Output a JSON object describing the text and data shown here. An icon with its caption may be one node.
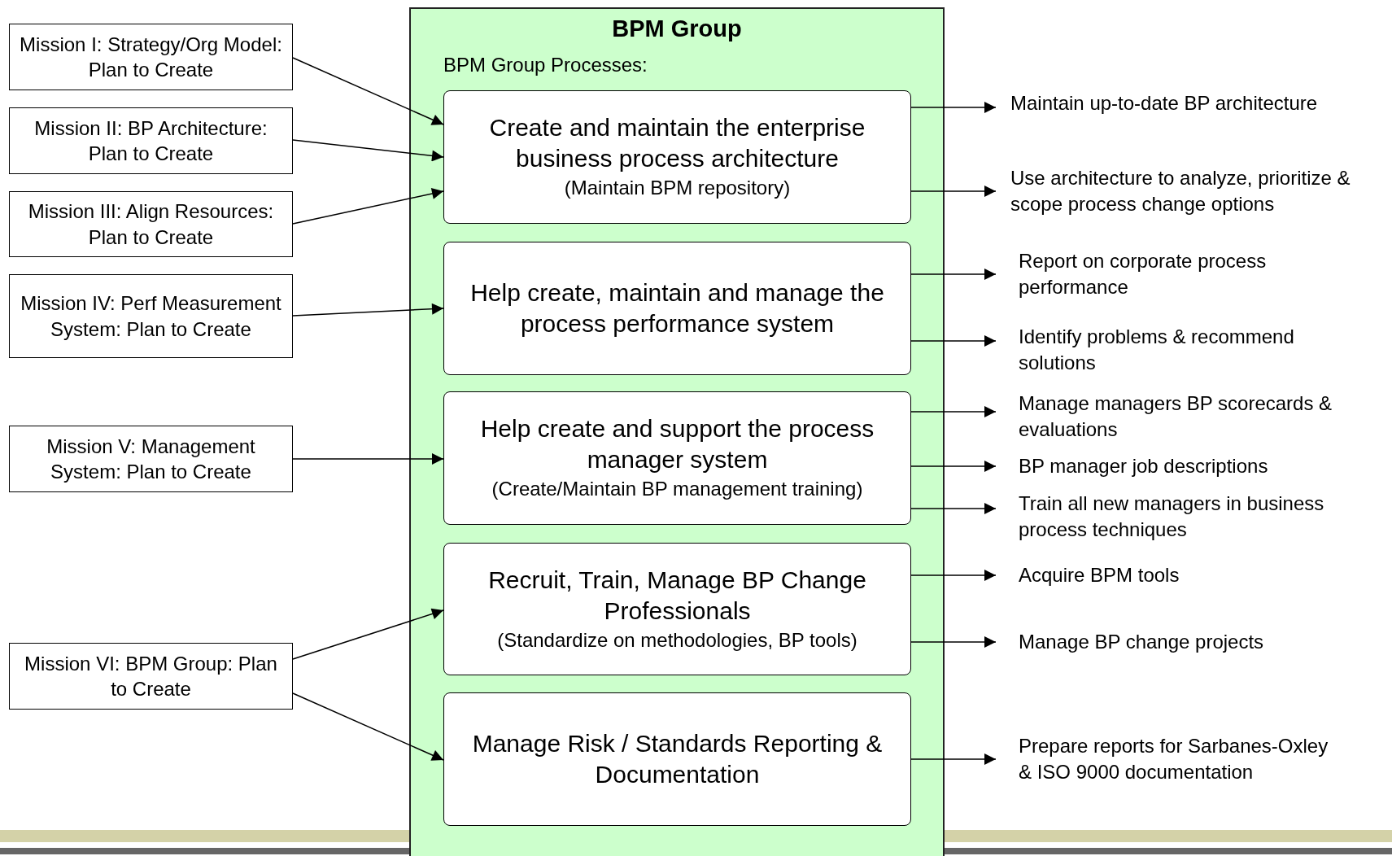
{
  "diagram": {
    "nodes": [
      {
        "text": [
          "Mission I: Strategy/Org Model: Plan to Create"
        ]
      },
      {
        "text": [
          "Mission II: BP Architecture: Plan to Create"
        ]
      },
      {
        "text": [
          "Mission III: Align Resources: Plan to Create"
        ]
      },
      {
        "text": [
          "Mission IV:  Perf Measurement System: Plan to Create"
        ]
      },
      {
        "text": [
          "Mission V: Management System: Plan to Create"
        ]
      },
      {
        "text": [
          "Mission VI: BPM Group: Plan to Create"
        ]
      },
      {
        "text": [
          "BPM Group",
          "BPM Group Processes:"
        ]
      },
      {
        "text": [
          "Create and maintain the enterprise business process architecture",
          "(Maintain BPM repository)"
        ],
        "in": 6
      },
      {
        "text": [
          "Help create, maintain and manage the process performance system"
        ],
        "in": 6
      },
      {
        "text": [
          "Help create and support the process manager system",
          "(Create/Maintain BP management training)"
        ],
        "in": 6
      },
      {
        "text": [
          "Recruit, Train, Manage BP Change Professionals",
          "(Standardize on methodologies, BP tools)"
        ],
        "in": 6
      },
      {
        "text": [
          "Manage Risk / Standards Reporting & Documentation"
        ],
        "in": 6
      },
      {
        "text": [
          "Maintain up-to-date BP architecture"
        ]
      },
      {
        "text": [
          "Use architecture to analyze, prioritize & scope process change options"
        ]
      },
      {
        "text": [
          "Report on corporate process performance"
        ]
      },
      {
        "text": [
          "Identify problems & recommend solutions"
        ]
      },
      {
        "text": [
          "Manage managers BP scorecards & evaluations"
        ]
      },
      {
        "text": [
          "BP manager job descriptions"
        ]
      },
      {
        "text": [
          "Train all new managers in business process techniques"
        ]
      },
      {
        "text": [
          "Acquire BPM tools"
        ]
      },
      {
        "text": [
          "Manage BP change projects"
        ]
      },
      {
        "text": [
          "Prepare reports for Sarbanes-Oxley & ISO 9000 documentation"
        ]
      }
    ],
    "edges": [
      {
        "from": 0,
        "to": 7,
        "arrow": "to"
      },
      {
        "from": 1,
        "to": 7,
        "arrow": "to"
      },
      {
        "from": 2,
        "to": 7,
        "arrow": "to"
      },
      {
        "from": 3,
        "to": 8,
        "arrow": "to"
      },
      {
        "from": 4,
        "to": 9,
        "arrow": "to"
      },
      {
        "from": 5,
        "to": 10,
        "arrow": "to"
      },
      {
        "from": 5,
        "to": 11,
        "arrow": "to"
      },
      {
        "from": 7,
        "to": 12,
        "arrow": "to"
      },
      {
        "from": 7,
        "to": 13,
        "arrow": "to"
      },
      {
        "from": 8,
        "to": 14,
        "arrow": "to"
      },
      {
        "from": 8,
        "to": 15,
        "arrow": "to"
      },
      {
        "from": 9,
        "to": 16,
        "arrow": "to"
      },
      {
        "from": 9,
        "to": 17,
        "arrow": "to"
      },
      {
        "from": 9,
        "to": 18,
        "arrow": "to"
      },
      {
        "from": 10,
        "to": 19,
        "arrow": "to"
      },
      {
        "from": 10,
        "to": 20,
        "arrow": "to"
      },
      {
        "from": 11,
        "to": 21,
        "arrow": "to"
      }
    ]
  }
}
